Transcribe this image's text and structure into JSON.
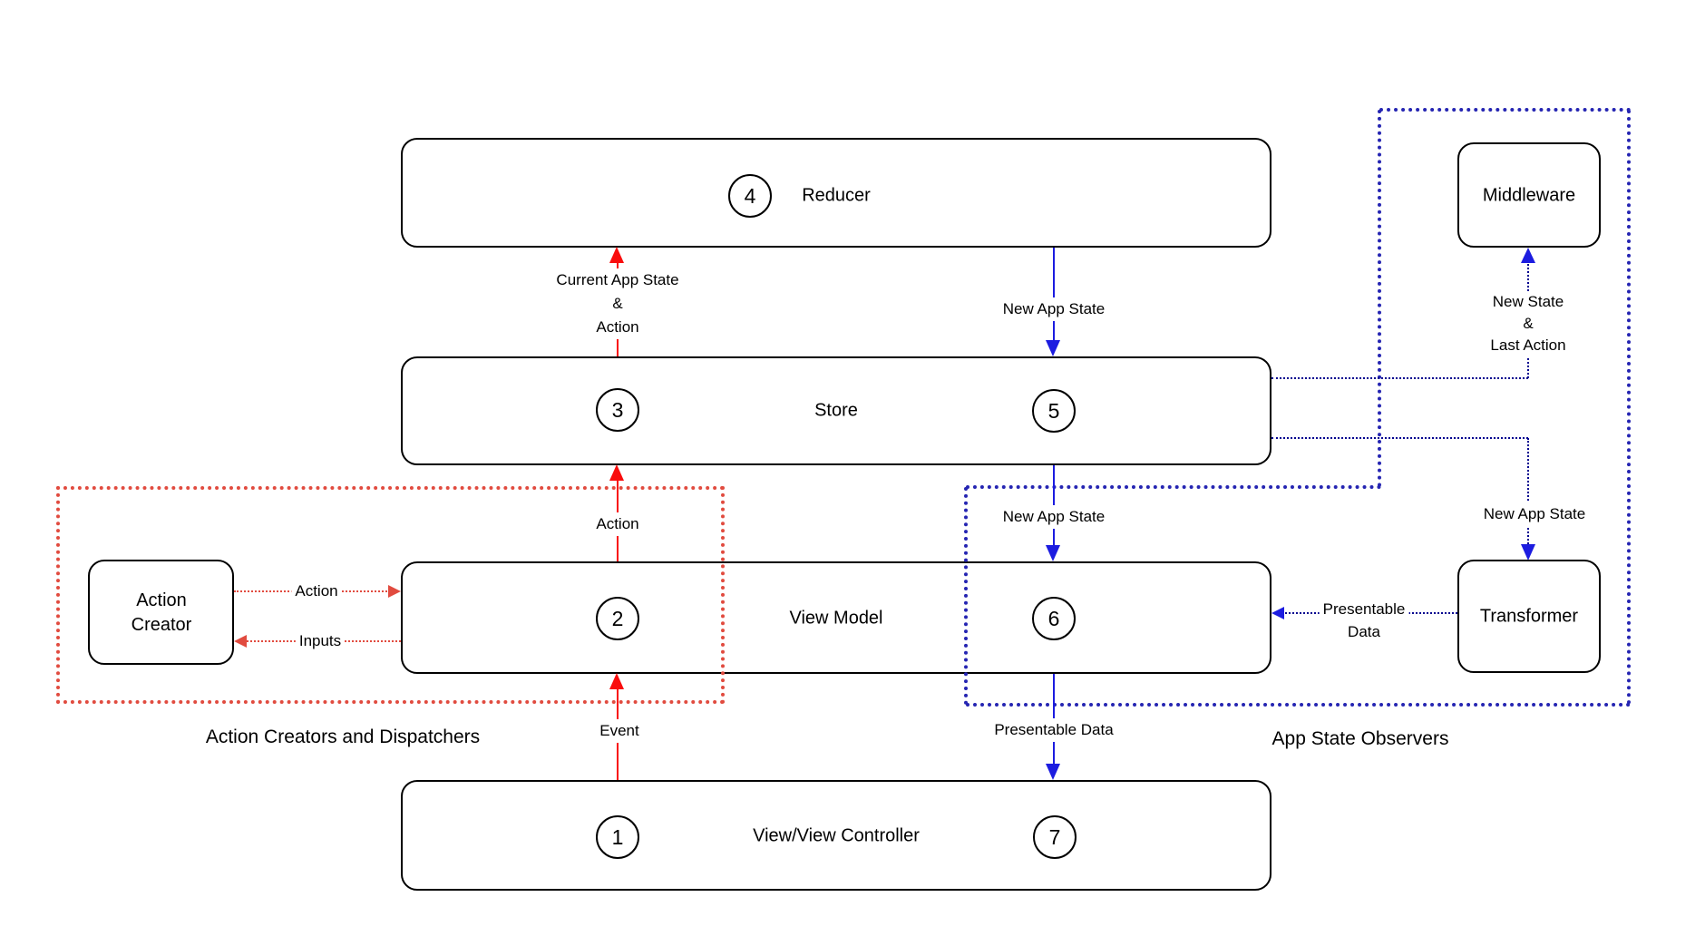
{
  "colors": {
    "red_solid": "#f90d0d",
    "red_dotted": "#e14b3f",
    "blue_solid": "#1c1ce0",
    "blue_thick": "#2525b2",
    "blue_thin": "#00008f",
    "ink": "#000000",
    "bg": "#ffffff"
  },
  "nodes": {
    "reducer": {
      "step": "4",
      "label": "Reducer"
    },
    "store": {
      "step_left": "3",
      "label": "Store",
      "step_right": "5"
    },
    "view_model": {
      "step_left": "2",
      "label": "View Model",
      "step_right": "6"
    },
    "view_controller": {
      "step_left": "1",
      "label": "View/View Controller",
      "step_right": "7"
    },
    "action_creator": {
      "label_lines": [
        "Action",
        "Creator"
      ]
    },
    "middleware": {
      "label": "Middleware"
    },
    "transformer": {
      "label": "Transformer"
    }
  },
  "regions": {
    "dispatchers": {
      "label": "Action Creators and Dispatchers"
    },
    "observers": {
      "label": "App State Observers"
    }
  },
  "edges": {
    "store_to_reducer": {
      "label_lines": [
        "Current App State",
        "&",
        "Action"
      ]
    },
    "reducer_to_store": {
      "label": "New App State"
    },
    "view_model_to_store": {
      "label": "Action"
    },
    "store_to_view_model": {
      "label": "New App State"
    },
    "view_to_view_model": {
      "label": "Event"
    },
    "view_model_to_view": {
      "label": "Presentable Data"
    },
    "action_creator_to_view_model": {
      "label": "Action"
    },
    "view_model_to_action_creator": {
      "label": "Inputs"
    },
    "store_to_middleware": {
      "label_lines": [
        "New State",
        "&",
        "Last Action"
      ]
    },
    "store_to_transformer": {
      "label": "New App State"
    },
    "transformer_to_view_model": {
      "label_lines": [
        "Presentable",
        "Data"
      ]
    }
  }
}
